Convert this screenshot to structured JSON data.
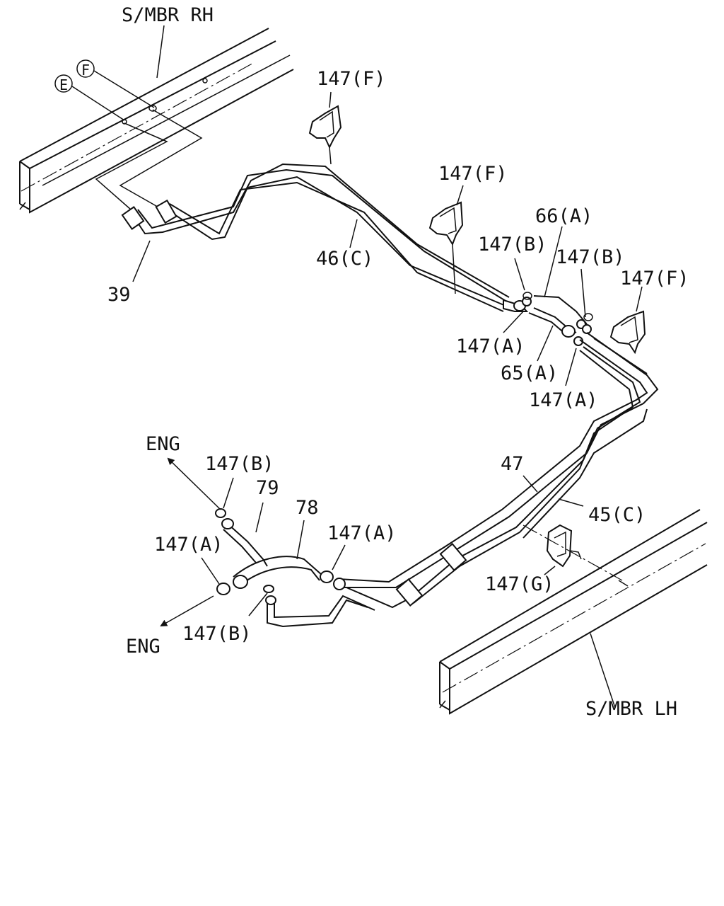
{
  "title": "",
  "labels": {
    "smbr_rh": "S/MBR RH",
    "smbr_lh": "S/MBR LH",
    "circle_f": "F",
    "circle_e": "E",
    "p147f_1": "147(F)",
    "p147f_2": "147(F)",
    "p147f_3": "147(F)",
    "p66a": "66(A)",
    "p147b_1": "147(B)",
    "p147b_2": "147(B)",
    "p46c": "46(C)",
    "p39": "39",
    "p147a_1": "147(A)",
    "p65a": "65(A)",
    "p147a_2": "147(A)",
    "eng_top": "ENG",
    "p147b_3": "147(B)",
    "p79": "79",
    "p78": "78",
    "p147a_3": "147(A)",
    "p47": "47",
    "p45c": "45(C)",
    "p147a_4": "147(A)",
    "p147g": "147(G)",
    "p147b_4": "147(B)",
    "eng_bottom": "ENG"
  }
}
